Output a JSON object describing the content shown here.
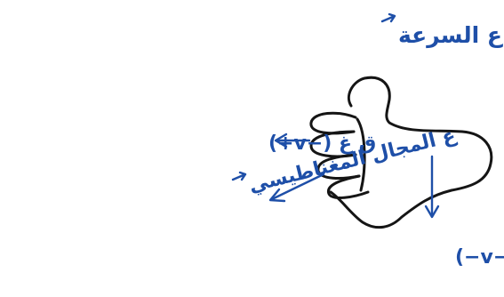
{
  "labels": {
    "velocity": "ع السرعة",
    "force_positive": "ق غ (−v+)",
    "magnetic_field": "ع المجال المغناطيسي",
    "force_negative": "ق غ (−v−)"
  },
  "colors": {
    "ink": "#1e4fa8",
    "hand_outline": "#151515",
    "background": "#ffffff"
  }
}
